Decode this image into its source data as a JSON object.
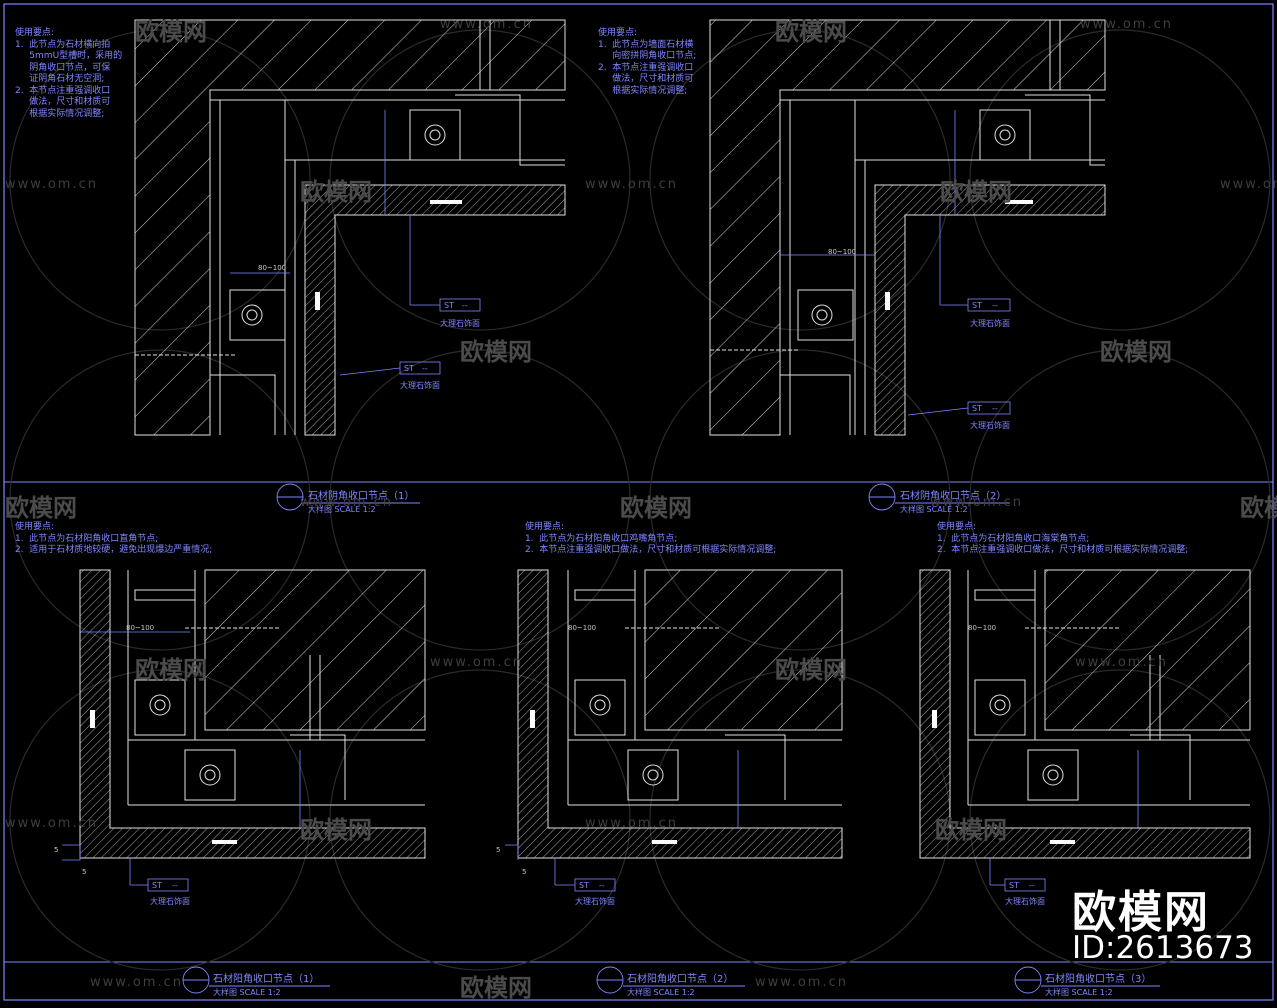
{
  "notes": {
    "top_left": "使用要点:\n1.  此节点为石材横向拍\n     5mmU型槽时，采用的\n     阴角收口节点，可保\n     证阴角石材无空洞;\n2.  本节点注重强调收口\n     做法，尺寸和材质可\n     根据实际情况调整;",
    "top_right": "使用要点:\n1.  此节点为墙面石材横\n     向密拼阴角收口节点;\n2.  本节点注重强调收口\n     做法，尺寸和材质可\n     根据实际情况调整;",
    "bottom_left": "使用要点:\n1.  此节点为石材阳角收口直角节点;\n2.  适用于石材质地较硬，避免出现爆边严重情况;",
    "bottom_mid": "使用要点:\n1.  此节点为石材阳角收口鸡嘴角节点;\n2.  本节点注重强调收口做法，尺寸和材质可根据实际情况调整;",
    "bottom_right": "使用要点:\n1.  此节点为石材阳角收口海棠角节点;\n2.  本节点注重强调收口做法，尺寸和材质可根据实际情况调整;"
  },
  "titles": {
    "t1": "石材阴角收口节点（1）",
    "t2": "石材阴角收口节点（2）",
    "t3": "石材阳角收口节点（1）",
    "t4": "石材阳角收口节点（2）",
    "t5": "石材阳角收口节点（3）",
    "scale": "大样图 SCALE 1:2"
  },
  "tags": {
    "code": "ST",
    "dash": "--",
    "label": "大理石饰面"
  },
  "dims": {
    "d1": "80~100",
    "d2": "5"
  },
  "watermark": {
    "brand": "欧模网",
    "url": "www.om.cn",
    "id": "ID:2613673"
  },
  "colors": {
    "line": "#7f86ff",
    "hatch": "#cfcfcf",
    "wall": "#e0e0e0",
    "background": "#000000"
  }
}
